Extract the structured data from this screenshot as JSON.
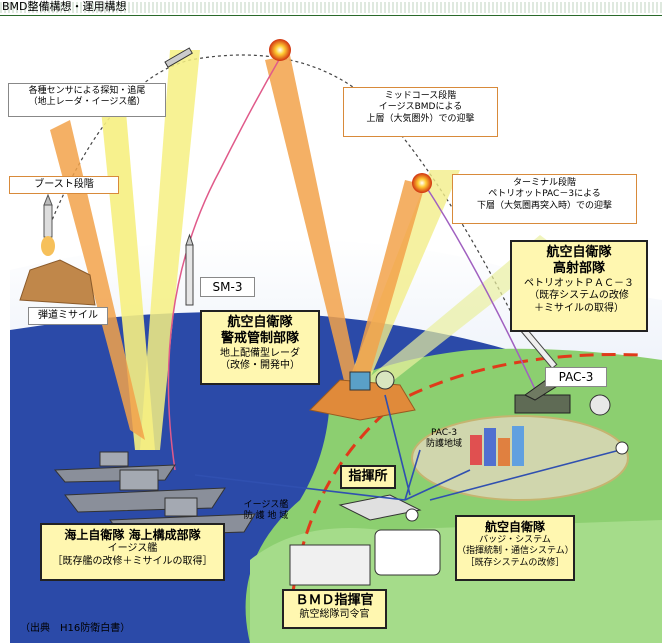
{
  "header": {
    "title": "BMD整備構想・運用構想"
  },
  "labels": {
    "sensor": [
      "各種センサによる探知・追尾",
      "（地上レーダ・イージス艦）"
    ],
    "boost": "ブースト段階",
    "missile": "弾道ミサイル",
    "sm3": "SM-3",
    "midcourse": [
      "ミッドコース段階",
      "イージスBMDによる",
      "上層（大気圏外）での迎撃"
    ],
    "terminal": [
      "ターミナル段階",
      "ペトリオットPAC－3による",
      "下層（大気圏再突入時）での迎撃"
    ],
    "asdf_high": [
      "航空自衛隊",
      "高射部隊",
      "ペトリオットＰＡＣ－３",
      "（既存システムの改修",
      "＋ミサイルの取得）"
    ],
    "asdf_warning": [
      "航空自衛隊",
      "警戒管制部隊",
      "地上配備型レーダ",
      "（改修・開発中）"
    ],
    "pac3": "PAC-3",
    "pac3_area": [
      "PAC-3",
      "防護地域"
    ],
    "command": "指揮所",
    "aegis_area": [
      "イージス艦",
      "防 護 地 域"
    ],
    "msdf": [
      "海上自衛隊  海上構成部隊",
      "イージス艦",
      "［既存艦の改修＋ミサイルの取得］"
    ],
    "asdf_badge": [
      "航空自衛隊",
      "バッジ・システム",
      "（指揮統制・通信システム）",
      "［既存システムの改修］"
    ],
    "bmd_commander": [
      "ＢＭＤ指揮官",
      "航空総隊司令官"
    ]
  },
  "source": "（出典　H16防衛白書）",
  "colors": {
    "sky_top": "#ffffff",
    "sky_bottom": "#1c3d9a",
    "land": "#7fbf6a",
    "beam_yellow": "#f4ee7a",
    "beam_orange": "#f0a14a",
    "label_yellow": "#fff7b0"
  }
}
